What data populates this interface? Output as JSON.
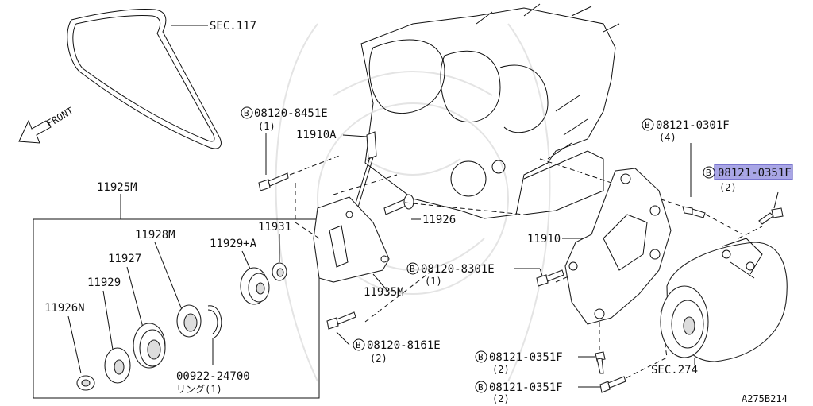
{
  "diagram": {
    "ref_code": "A275B214",
    "direction_label": "FRONT",
    "colors": {
      "line": "#111111",
      "highlight": "#a9a6e6",
      "highlight_border": "#4a46b8",
      "watermark": "#e4e4e4"
    },
    "callouts": {
      "sec117": "SEC.117",
      "sec274": "SEC.274",
      "p11925m": "11925M",
      "p11928m": "11928M",
      "p11927": "11927",
      "p11929": "11929",
      "p11926n": "11926N",
      "p00922": "00922-24700",
      "p00922_sub": "リング(1)",
      "p11910a": "11910A",
      "p11931": "11931",
      "p11929a": "11929+A",
      "p11926": "11926",
      "p11935m": "11935M",
      "p11910": "11910",
      "b1": {
        "code": "08120-8451E",
        "qty": "(1)"
      },
      "b2": {
        "code": "08121-0301F",
        "qty": "(4)"
      },
      "b3": {
        "code": "08121-0351F",
        "qty": "(2)"
      },
      "b4": {
        "code": "08120-8301E",
        "qty": "(1)"
      },
      "b5": {
        "code": "08120-8161E",
        "qty": "(2)"
      },
      "b6": {
        "code": "08121-0351F",
        "qty": "(2)"
      },
      "b7": {
        "code": "08121-0351F",
        "qty": "(2)"
      },
      "bolt_mark": "B"
    }
  }
}
